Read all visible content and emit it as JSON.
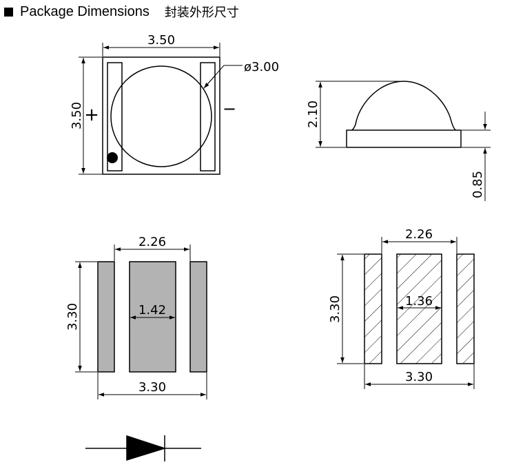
{
  "header": {
    "title": "Package Dimensions",
    "subtitle": "封装外形尺寸"
  },
  "top_view": {
    "width": "3.50",
    "height": "3.50",
    "lens_diameter": "ø3.00",
    "plus": "+",
    "minus": "−"
  },
  "side_view": {
    "total_height": "2.10",
    "base_height": "0.85"
  },
  "bottom_view": {
    "pad_span": "2.26",
    "center_pad_width": "1.42",
    "height": "3.30",
    "width": "3.30"
  },
  "footprint": {
    "pad_span": "2.26",
    "center_pad_width": "1.36",
    "height": "3.30",
    "width": "3.30"
  },
  "colors": {
    "line": "#000000",
    "pad_fill": "#b3b3b3",
    "background": "#ffffff"
  }
}
